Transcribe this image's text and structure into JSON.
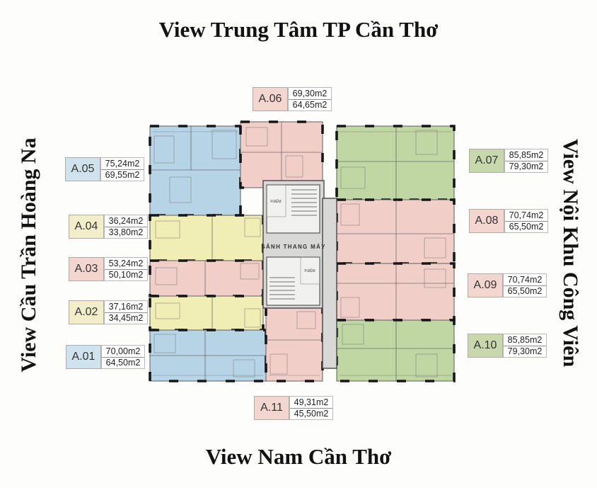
{
  "titles": {
    "top": "View Trung Tâm TP Cần Thơ",
    "bottom": "View Nam Cần Thơ",
    "left": "View Cầu Trần Hoàng Na",
    "right": "View Nội Khu Công Viên"
  },
  "core": {
    "lobby_label": "SẢNH THANG MÁY",
    "buffer_room_top": "P.ĐỆM",
    "buffer_room_bottom": "P.ĐỆM"
  },
  "units": [
    {
      "code": "A.01",
      "area_gross": "70,00m2",
      "area_net": "64,50m2",
      "color": "blue"
    },
    {
      "code": "A.02",
      "area_gross": "37,16m2",
      "area_net": "34,45m2",
      "color": "yellow"
    },
    {
      "code": "A.03",
      "area_gross": "53,24m2",
      "area_net": "50,10m2",
      "color": "pink"
    },
    {
      "code": "A.04",
      "area_gross": "36,24m2",
      "area_net": "33,80m2",
      "color": "yellow"
    },
    {
      "code": "A.05",
      "area_gross": "75,24m2",
      "area_net": "69,55m2",
      "color": "blue"
    },
    {
      "code": "A.06",
      "area_gross": "69,30m2",
      "area_net": "64,65m2",
      "color": "pink"
    },
    {
      "code": "A.07",
      "area_gross": "85,85m2",
      "area_net": "79,30m2",
      "color": "green"
    },
    {
      "code": "A.08",
      "area_gross": "70,74m2",
      "area_net": "65,50m2",
      "color": "pink"
    },
    {
      "code": "A.09",
      "area_gross": "70,74m2",
      "area_net": "65,50m2",
      "color": "pink"
    },
    {
      "code": "A.10",
      "area_gross": "85,85m2",
      "area_net": "79,30m2",
      "color": "green"
    },
    {
      "code": "A.11",
      "area_gross": "49,31m2",
      "area_net": "45,50m2",
      "color": "pink"
    }
  ],
  "colors": {
    "unit_blue": "#b7d4e7",
    "unit_pink": "#f2cec9",
    "unit_yellow": "#f0edb5",
    "unit_green": "#c0d6a3",
    "core_gray": "#d8d8d6",
    "wall": "#161616",
    "title_text": "#121212"
  }
}
